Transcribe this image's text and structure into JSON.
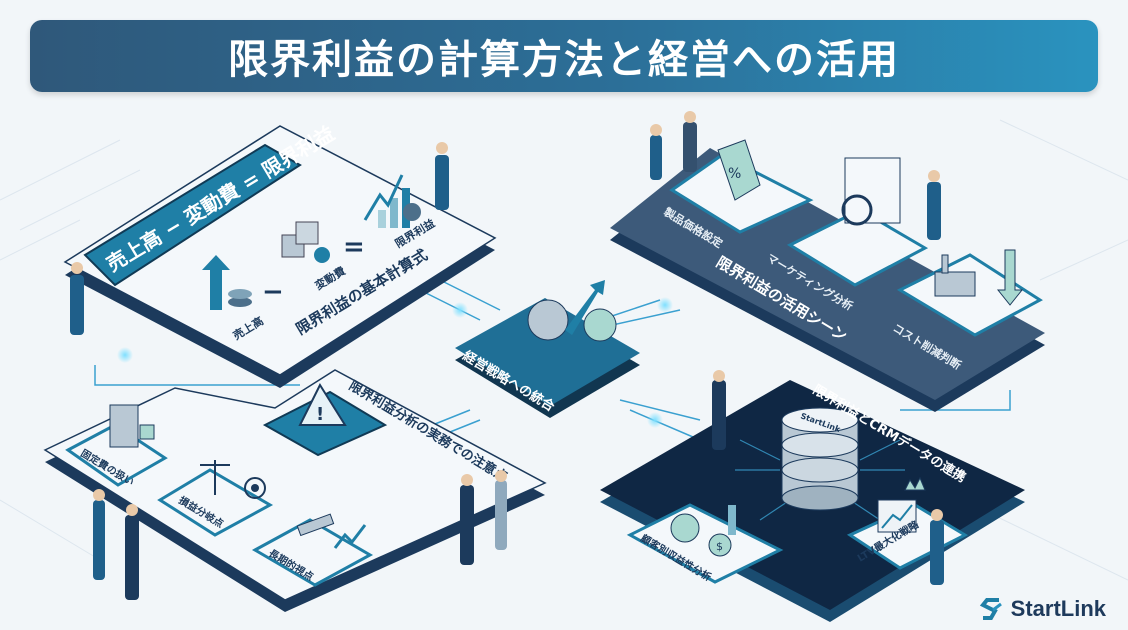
{
  "title": "限界利益の計算方法と経営への活用",
  "panels": {
    "formula": {
      "title": "限界利益の基本計算式",
      "banner": "売上高 − 変動費 = 限界利益",
      "items": [
        "売上高",
        "変動費",
        "限界利益"
      ],
      "minus": "−",
      "equals": "="
    },
    "usage": {
      "title": "限界利益の活用シーン",
      "items": [
        "製品価格設定",
        "マーケティング分析",
        "コスト削減判断"
      ]
    },
    "center": {
      "title": "経営戦略への統合"
    },
    "cautions": {
      "title": "限界利益分析の実務での注意点",
      "items": [
        "固定費の扱い",
        "損益分岐点",
        "長期的視点"
      ]
    },
    "crm": {
      "title": "限界利益とCRMデータの連携",
      "items": [
        "顧客別収益性分析",
        "LTV最大化戦略"
      ],
      "database_label": "StartLink"
    }
  },
  "logo": {
    "text": "StartLink"
  },
  "colors": {
    "navy": "#1c3a5c",
    "teal": "#1f7fa6",
    "accent": "#2a93bf",
    "light": "#eef3f7"
  }
}
